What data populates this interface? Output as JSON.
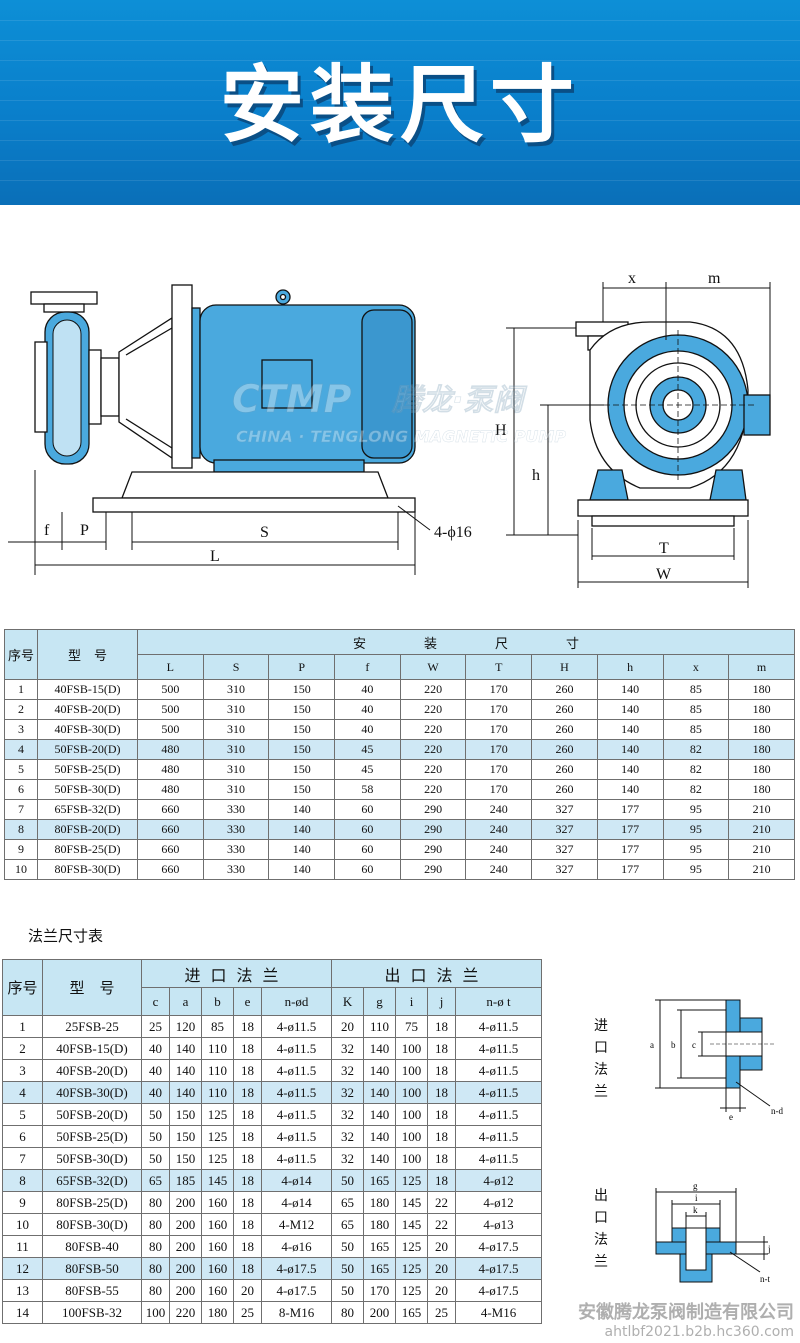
{
  "banner": {
    "title": "安装尺寸"
  },
  "watermark": {
    "brand": "CTMP",
    "brand_zh": "腾龙·泵阀",
    "tagline": "CHINA · TENGLONG MAGNETIC PUMP"
  },
  "drawing_labels": {
    "f": "f",
    "P": "P",
    "S": "S",
    "L": "L",
    "bolt": "4-ϕ16",
    "x": "x",
    "m": "m",
    "H": "H",
    "h": "h",
    "T": "T",
    "W": "W"
  },
  "install_table": {
    "col_seq": "序号",
    "col_model": "型　号",
    "group": "安装尺寸",
    "dims": [
      "L",
      "S",
      "P",
      "f",
      "W",
      "T",
      "H",
      "h",
      "x",
      "m"
    ],
    "rows": [
      {
        "seq": "1",
        "model": "40FSB-15(D)",
        "vals": [
          "500",
          "310",
          "150",
          "40",
          "220",
          "170",
          "260",
          "140",
          "85",
          "180"
        ]
      },
      {
        "seq": "2",
        "model": "40FSB-20(D)",
        "vals": [
          "500",
          "310",
          "150",
          "40",
          "220",
          "170",
          "260",
          "140",
          "85",
          "180"
        ]
      },
      {
        "seq": "3",
        "model": "40FSB-30(D)",
        "vals": [
          "500",
          "310",
          "150",
          "40",
          "220",
          "170",
          "260",
          "140",
          "85",
          "180"
        ]
      },
      {
        "seq": "4",
        "model": "50FSB-20(D)",
        "vals": [
          "480",
          "310",
          "150",
          "45",
          "220",
          "170",
          "260",
          "140",
          "82",
          "180"
        ]
      },
      {
        "seq": "5",
        "model": "50FSB-25(D)",
        "vals": [
          "480",
          "310",
          "150",
          "45",
          "220",
          "170",
          "260",
          "140",
          "82",
          "180"
        ]
      },
      {
        "seq": "6",
        "model": "50FSB-30(D)",
        "vals": [
          "480",
          "310",
          "150",
          "58",
          "220",
          "170",
          "260",
          "140",
          "82",
          "180"
        ]
      },
      {
        "seq": "7",
        "model": "65FSB-32(D)",
        "vals": [
          "660",
          "330",
          "140",
          "60",
          "290",
          "240",
          "327",
          "177",
          "95",
          "210"
        ]
      },
      {
        "seq": "8",
        "model": "80FSB-20(D)",
        "vals": [
          "660",
          "330",
          "140",
          "60",
          "290",
          "240",
          "327",
          "177",
          "95",
          "210"
        ]
      },
      {
        "seq": "9",
        "model": "80FSB-25(D)",
        "vals": [
          "660",
          "330",
          "140",
          "60",
          "290",
          "240",
          "327",
          "177",
          "95",
          "210"
        ]
      },
      {
        "seq": "10",
        "model": "80FSB-30(D)",
        "vals": [
          "660",
          "330",
          "140",
          "60",
          "290",
          "240",
          "327",
          "177",
          "95",
          "210"
        ]
      }
    ],
    "highlight_rows": [
      4,
      8
    ]
  },
  "flange_section": {
    "title": "法兰尺寸表",
    "col_seq": "序号",
    "col_model": "型　号",
    "inlet_group": "进口法兰",
    "outlet_group": "出口法兰",
    "inlet_cols": [
      "c",
      "a",
      "b",
      "e",
      "n-ød"
    ],
    "outlet_cols": [
      "K",
      "g",
      "i",
      "j",
      "n-ø t"
    ],
    "rows": [
      {
        "seq": "1",
        "model": "25FSB-25",
        "in": [
          "25",
          "120",
          "85",
          "18",
          "4-ø11.5"
        ],
        "out": [
          "20",
          "110",
          "75",
          "18",
          "4-ø11.5"
        ]
      },
      {
        "seq": "2",
        "model": "40FSB-15(D)",
        "in": [
          "40",
          "140",
          "110",
          "18",
          "4-ø11.5"
        ],
        "out": [
          "32",
          "140",
          "100",
          "18",
          "4-ø11.5"
        ]
      },
      {
        "seq": "3",
        "model": "40FSB-20(D)",
        "in": [
          "40",
          "140",
          "110",
          "18",
          "4-ø11.5"
        ],
        "out": [
          "32",
          "140",
          "100",
          "18",
          "4-ø11.5"
        ]
      },
      {
        "seq": "4",
        "model": "40FSB-30(D)",
        "in": [
          "40",
          "140",
          "110",
          "18",
          "4-ø11.5"
        ],
        "out": [
          "32",
          "140",
          "100",
          "18",
          "4-ø11.5"
        ]
      },
      {
        "seq": "5",
        "model": "50FSB-20(D)",
        "in": [
          "50",
          "150",
          "125",
          "18",
          "4-ø11.5"
        ],
        "out": [
          "32",
          "140",
          "100",
          "18",
          "4-ø11.5"
        ]
      },
      {
        "seq": "6",
        "model": "50FSB-25(D)",
        "in": [
          "50",
          "150",
          "125",
          "18",
          "4-ø11.5"
        ],
        "out": [
          "32",
          "140",
          "100",
          "18",
          "4-ø11.5"
        ]
      },
      {
        "seq": "7",
        "model": "50FSB-30(D)",
        "in": [
          "50",
          "150",
          "125",
          "18",
          "4-ø11.5"
        ],
        "out": [
          "32",
          "140",
          "100",
          "18",
          "4-ø11.5"
        ]
      },
      {
        "seq": "8",
        "model": "65FSB-32(D)",
        "in": [
          "65",
          "185",
          "145",
          "18",
          "4-ø14"
        ],
        "out": [
          "50",
          "165",
          "125",
          "18",
          "4-ø12"
        ]
      },
      {
        "seq": "9",
        "model": "80FSB-25(D)",
        "in": [
          "80",
          "200",
          "160",
          "18",
          "4-ø14"
        ],
        "out": [
          "65",
          "180",
          "145",
          "22",
          "4-ø12"
        ]
      },
      {
        "seq": "10",
        "model": "80FSB-30(D)",
        "in": [
          "80",
          "200",
          "160",
          "18",
          "4-M12"
        ],
        "out": [
          "65",
          "180",
          "145",
          "22",
          "4-ø13"
        ]
      },
      {
        "seq": "11",
        "model": "80FSB-40",
        "in": [
          "80",
          "200",
          "160",
          "18",
          "4-ø16"
        ],
        "out": [
          "50",
          "165",
          "125",
          "20",
          "4-ø17.5"
        ]
      },
      {
        "seq": "12",
        "model": "80FSB-50",
        "in": [
          "80",
          "200",
          "160",
          "18",
          "4-ø17.5"
        ],
        "out": [
          "50",
          "165",
          "125",
          "20",
          "4-ø17.5"
        ]
      },
      {
        "seq": "13",
        "model": "80FSB-55",
        "in": [
          "80",
          "200",
          "160",
          "20",
          "4-ø17.5"
        ],
        "out": [
          "50",
          "170",
          "125",
          "20",
          "4-ø17.5"
        ]
      },
      {
        "seq": "14",
        "model": "100FSB-32",
        "in": [
          "100",
          "220",
          "180",
          "25",
          "8-M16"
        ],
        "out": [
          "80",
          "200",
          "165",
          "25",
          "4-M16"
        ]
      }
    ],
    "highlight_rows": [
      4,
      8,
      12
    ]
  },
  "flange_diagrams": {
    "inlet_label": [
      "进",
      "口",
      "法",
      "兰"
    ],
    "outlet_label": [
      "出",
      "口",
      "法",
      "兰"
    ],
    "inlet_dims": {
      "a": "a",
      "b": "b",
      "c": "c",
      "e": "e",
      "nd": "n-d"
    },
    "outlet_dims": {
      "g": "g",
      "i": "i",
      "k": "k",
      "j": "j",
      "nt": "n-t"
    }
  },
  "footer": {
    "company": "安徽腾龙泵阀制造有限公司",
    "site": "ahtlbf2021.b2b.hc360.com"
  },
  "colors": {
    "banner": "#0a7fcb",
    "pump_blue": "#4aa9de",
    "table_header": "#c7e6f3",
    "row_highlight": "#cfe8f5"
  }
}
